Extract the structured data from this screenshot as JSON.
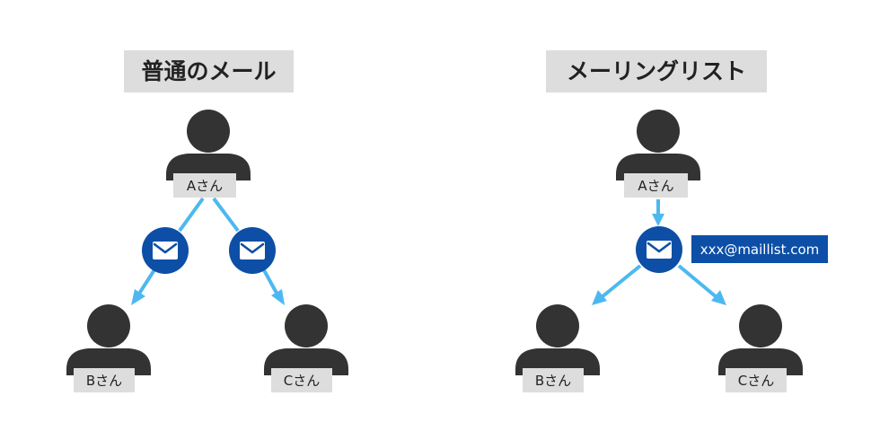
{
  "panels": {
    "normal": {
      "title": "普通のメール",
      "sender": "Aさん",
      "recipient_b": "Bさん",
      "recipient_c": "Cさん"
    },
    "mailing_list": {
      "title": "メーリングリスト",
      "sender": "Aさん",
      "list_address": "xxx@maillist.com",
      "recipient_b": "Bさん",
      "recipient_c": "Cさん"
    }
  },
  "icons": {
    "person": "person-icon",
    "envelope": "envelope-icon"
  },
  "colors": {
    "person": "#333333",
    "label_background": "#dddddd",
    "title_background": "#dddddd",
    "arrow": "#4db8f0",
    "mail_circle": "#0d4fa6",
    "address_background": "#0d4fa6",
    "address_text": "#ffffff"
  }
}
